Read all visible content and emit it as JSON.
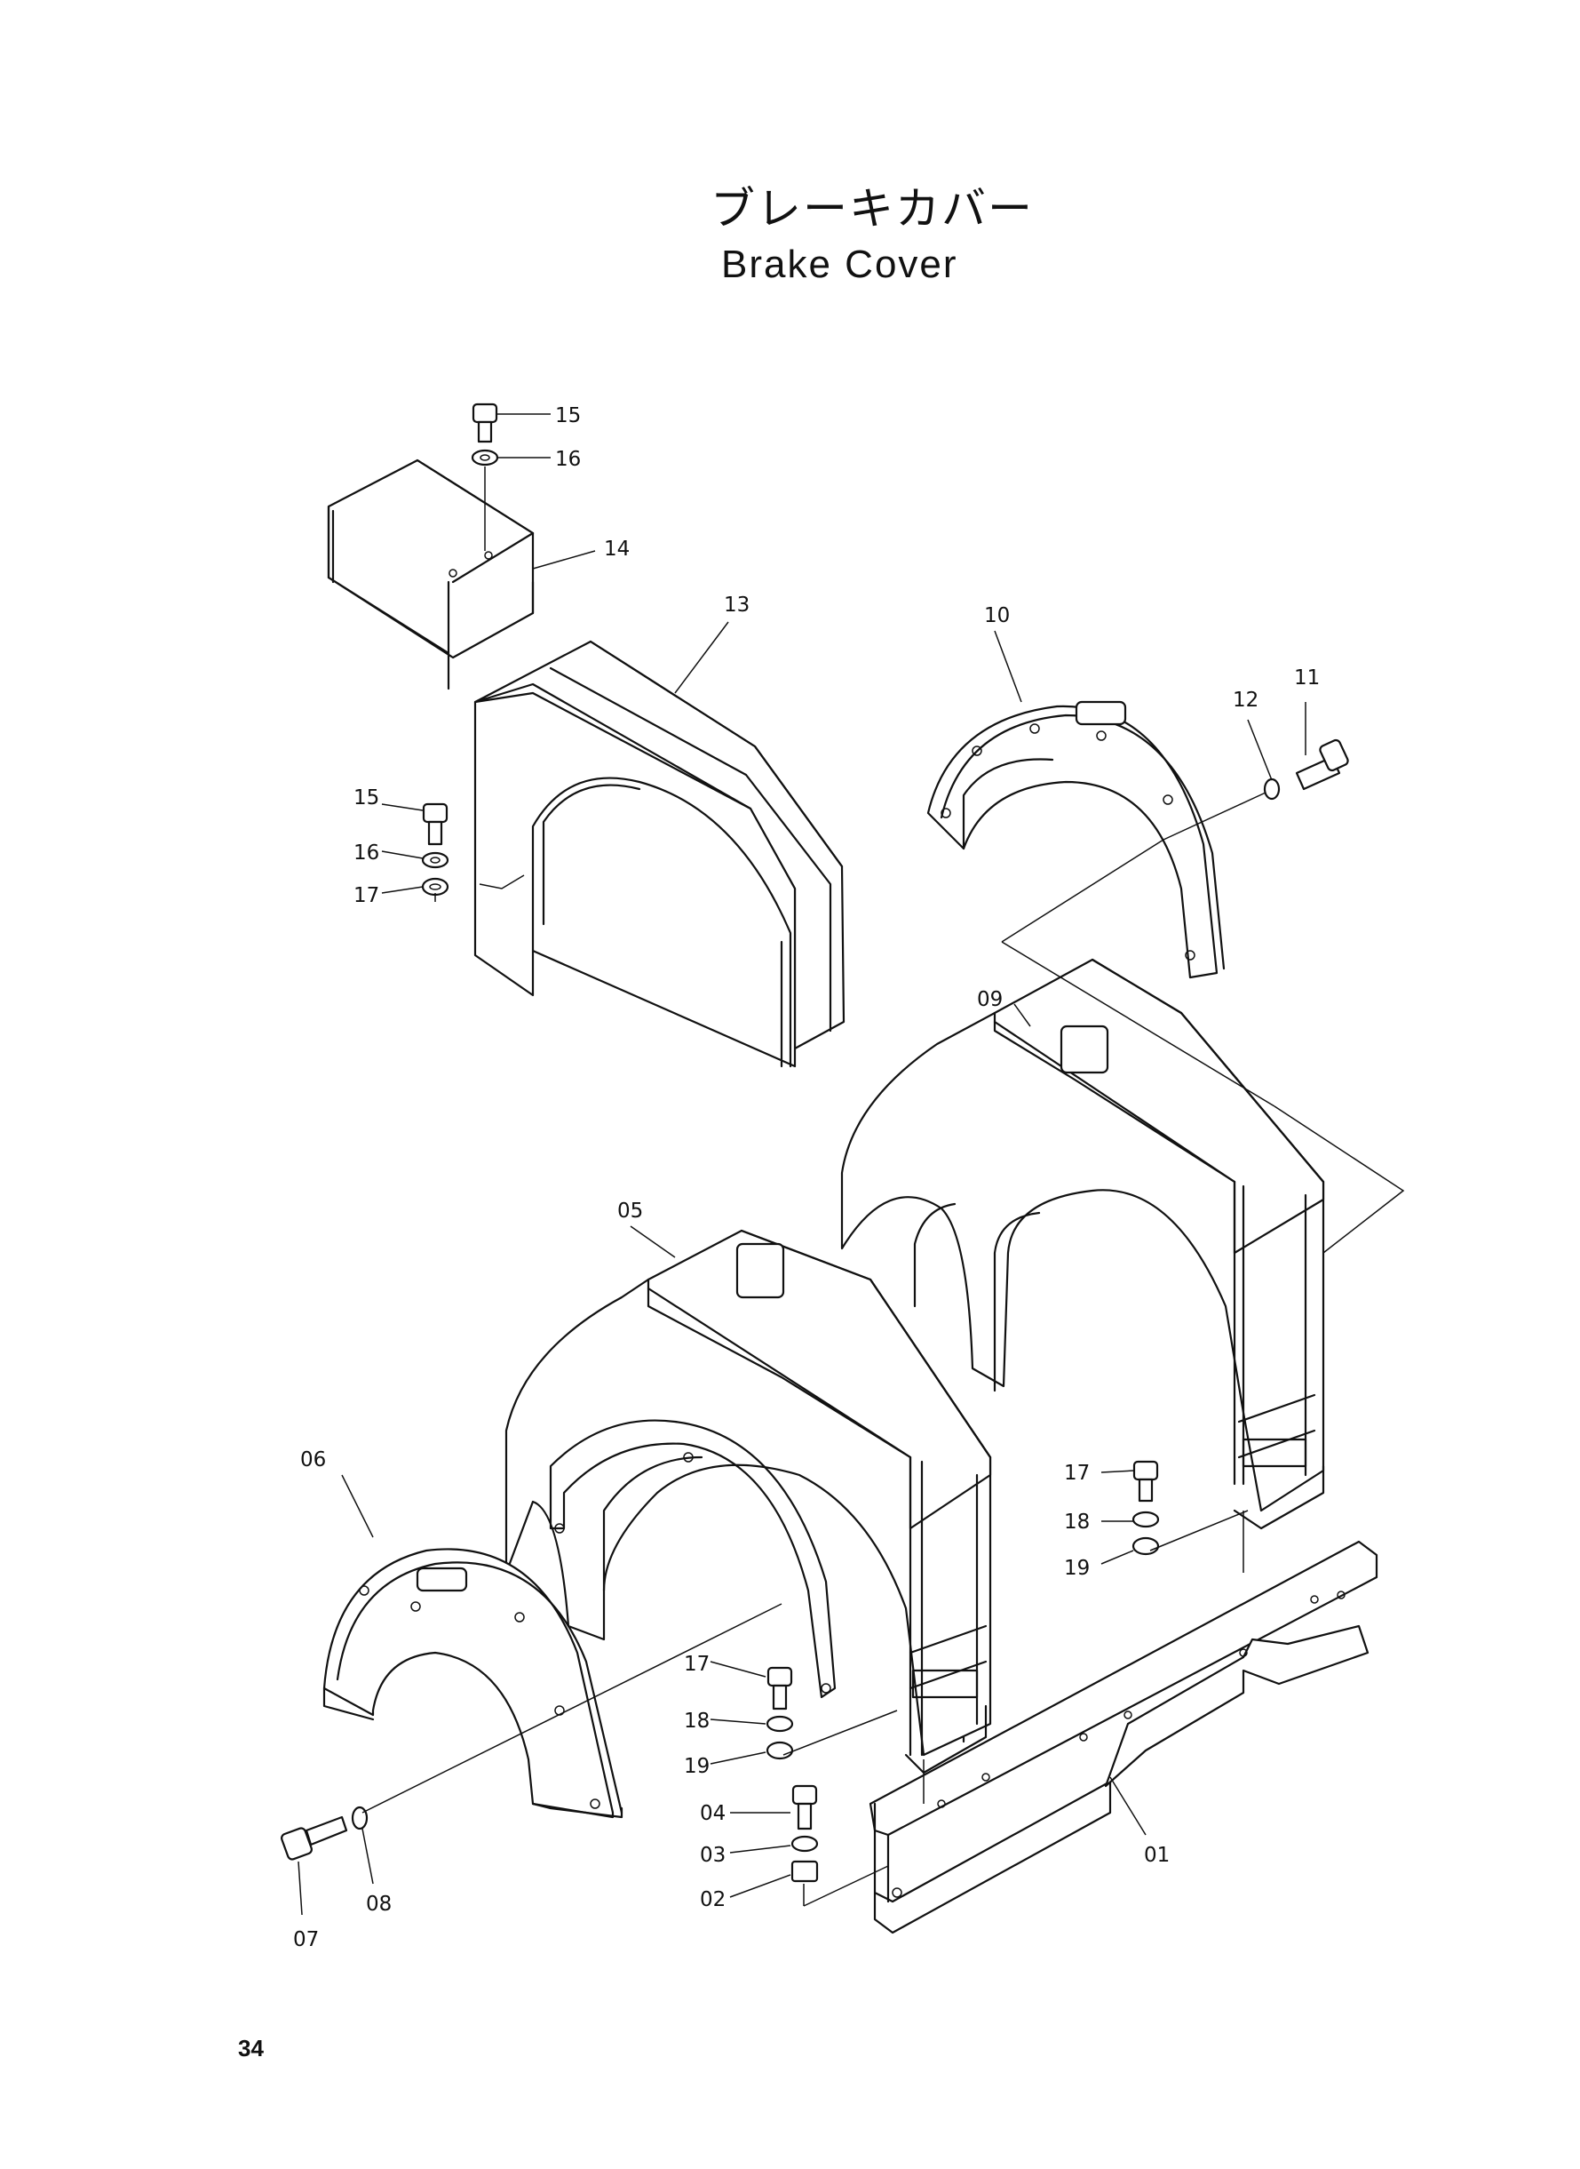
{
  "title": {
    "japanese": "ブレーキカバー",
    "english": "Brake Cover"
  },
  "page_number": "34",
  "callouts": {
    "c01": "01",
    "c02": "02",
    "c03": "03",
    "c04": "04",
    "c05": "05",
    "c06": "06",
    "c07": "07",
    "c08": "08",
    "c09": "09",
    "c10": "10",
    "c11": "11",
    "c12": "12",
    "c13": "13",
    "c14": "14",
    "c15a": "15",
    "c16a": "16",
    "c15b": "15",
    "c16b": "16",
    "c17a": "17",
    "c17b": "17",
    "c18b": "18",
    "c19b": "19",
    "c17c": "17",
    "c18c": "18",
    "c19c": "19"
  }
}
